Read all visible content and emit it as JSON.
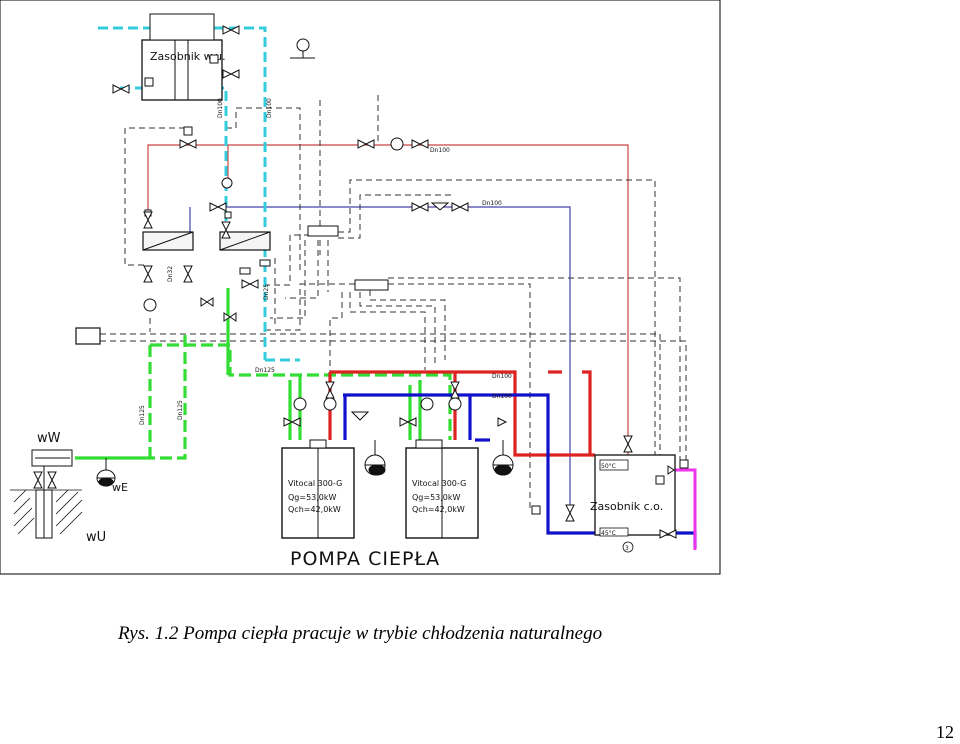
{
  "labels": {
    "dhw_tank": "Zasobnik w.u.",
    "heating_tank": "Zasobnik c.o.",
    "well_ww": "wW",
    "well_wu": "wU",
    "well_we": "wE",
    "unit_name": "Vitocal 300-G",
    "unit_qg": "Qg=53,0kW",
    "unit_qch": "Qch=42,0kW",
    "title": "POMPA CIEPŁA",
    "temp_top": "50°C",
    "temp_bottom": "45°C",
    "circle_num": "3"
  },
  "dims": {
    "dn100": "Dn100",
    "dn125": "Dn125",
    "dn32": "Dn32",
    "dn25": "Dn25"
  },
  "caption": "Rys. 1.2 Pompa ciepła pracuje w trybie chłodzenia naturalnego",
  "page_number": "12",
  "colors": {
    "green": "#33dd33",
    "cyan": "#33ccdd",
    "red": "#dd2222",
    "blue": "#1111cc",
    "magenta": "#ee33ee",
    "thin_red": "#cc4444",
    "thin_blue": "#4444aa",
    "line": "#111111"
  }
}
